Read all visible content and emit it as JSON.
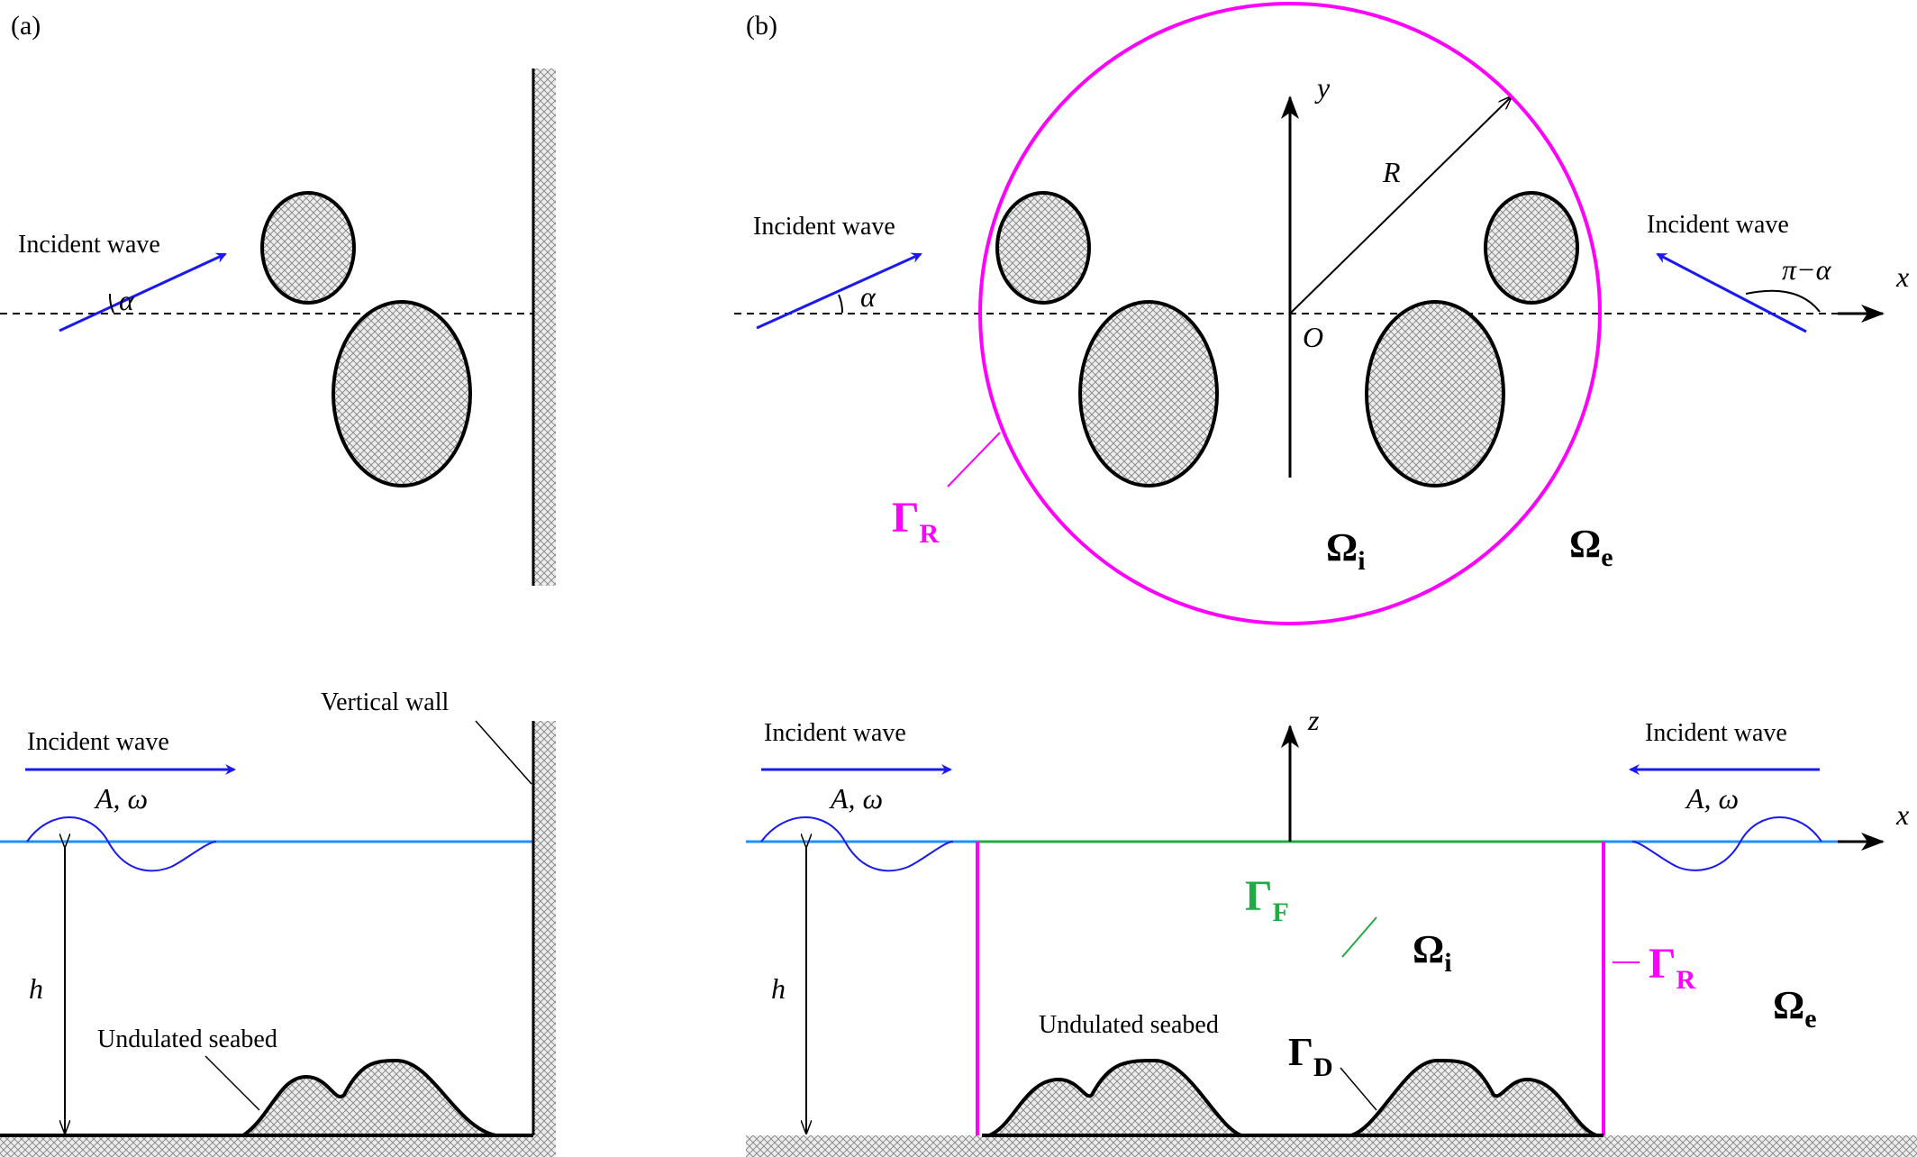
{
  "panels": {
    "a": "(a)",
    "b": "(b)"
  },
  "labels": {
    "incident_wave": "Incident wave",
    "vertical_wall": "Vertical wall",
    "undulated_seabed": "Undulated seabed",
    "alpha": "α",
    "pi_minus_alpha": "π−α",
    "amp_freq": "A, ω",
    "h": "h",
    "R": "R",
    "O": "O",
    "x": "x",
    "y": "y",
    "z": "z"
  },
  "symbols": {
    "gamma": "Γ",
    "omega": "Ω",
    "R": "R",
    "F": "F",
    "D": "D",
    "i": "i",
    "e": "e"
  },
  "colors": {
    "incident_arrow": "#1a1aee",
    "free_surface": "#1e90ff",
    "boundary_R": "#ff00ff",
    "boundary_F": "#22aa44",
    "hatch": "#9a9a9a"
  }
}
